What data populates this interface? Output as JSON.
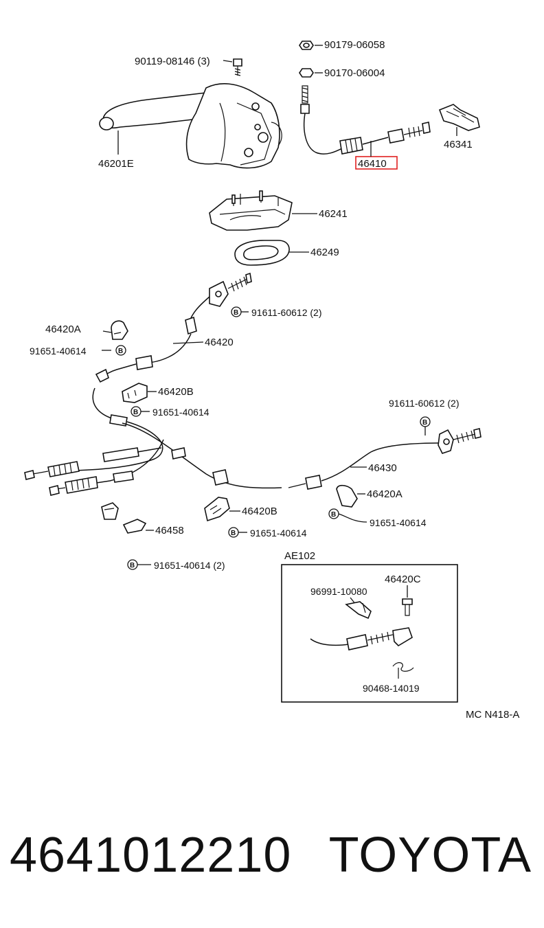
{
  "diagram": {
    "labels": {
      "p90119": "90119-08146 (3)",
      "p90179": "90179-06058",
      "p90170": "90170-06004",
      "p46201E": "46201E",
      "p46410": "46410",
      "p46341": "46341",
      "p46241": "46241",
      "p46249": "46249",
      "p91611a": "91611-60612 (2)",
      "p46420A_left": "46420A",
      "p91651_left": "91651-40614",
      "p46420": "46420",
      "p46420B_top": "46420B",
      "p91651_mid": "91651-40614",
      "p91611b": "91611-60612 (2)",
      "p46430": "46430",
      "p46420A_right": "46420A",
      "p91651_right": "91651-40614",
      "p46420B_bot": "46420B",
      "p46458": "46458",
      "p91651_botmid": "91651-40614",
      "p91651_bot": "91651-40614 (2)",
      "inset_title": "AE102",
      "p46420C": "46420C",
      "p96991": "96991-10080",
      "p90468": "90468-14019",
      "ref_code": "MC N418-A"
    },
    "bolt_marker": "B",
    "highlight_color": "#e02020"
  },
  "footer": {
    "part_number": "4641012210",
    "brand": "TOYOTA"
  }
}
